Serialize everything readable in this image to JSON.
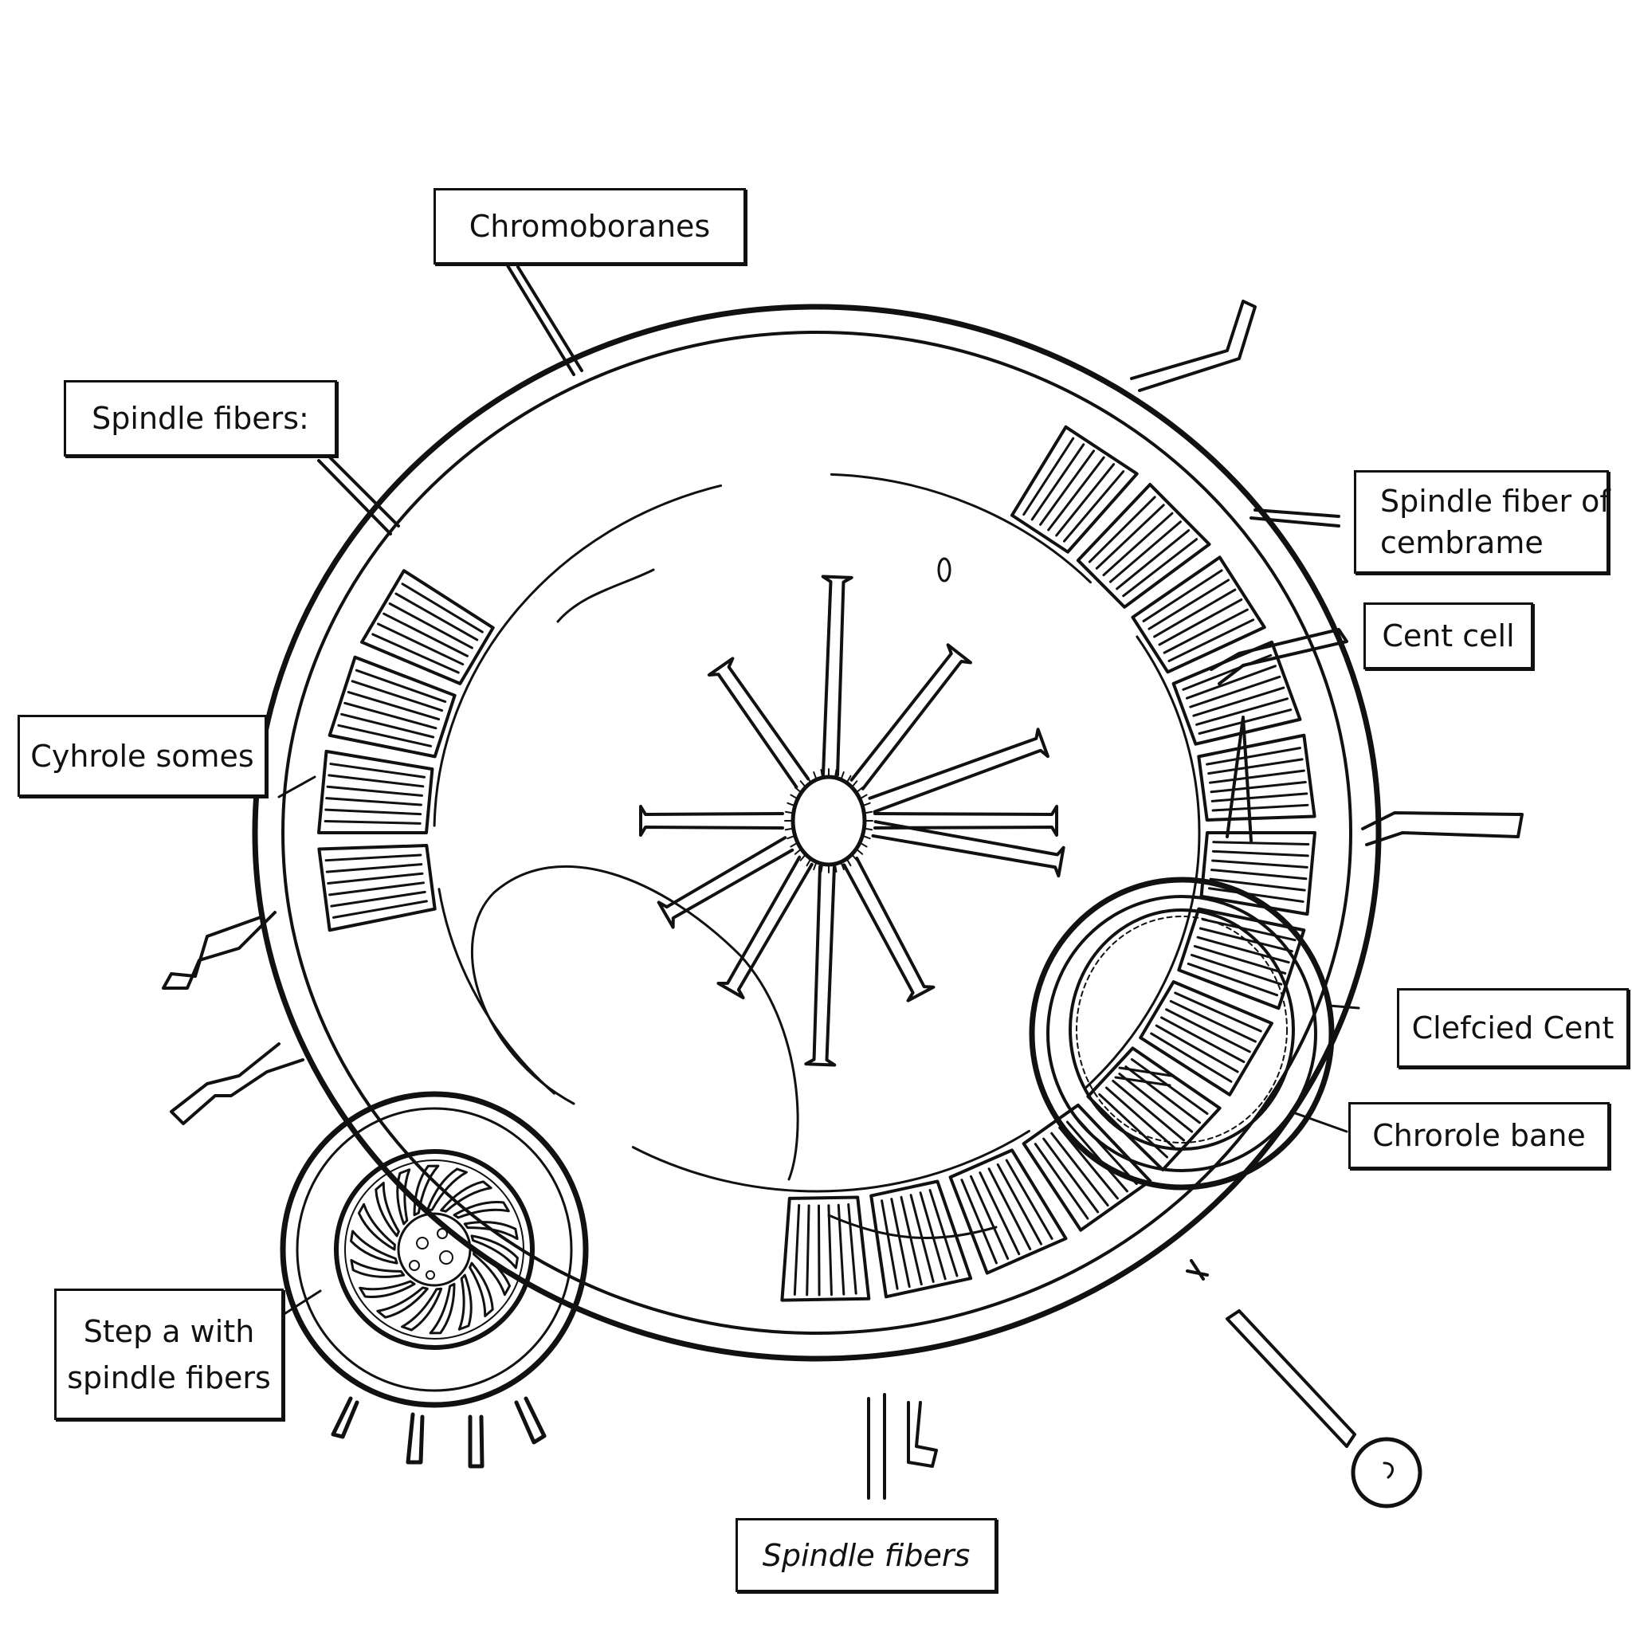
{
  "labels": {
    "chromoboranes": "Chromoboranes",
    "spindle_fibers_top": "Spindle fibers:",
    "spindle_fiber_of_membrane": [
      "Spindle fiber of",
      "cembrame"
    ],
    "cent_cell": "Cent cell",
    "cyhrole_somes": "Cyhrole somes",
    "clefcied_cent": "Clefcied Cent",
    "chrorole_bane": "Chrorole bane",
    "step_a_with": [
      "Step a with",
      "spindle fibers"
    ],
    "spindle_fibers_bottom": "Spindle fibers"
  }
}
